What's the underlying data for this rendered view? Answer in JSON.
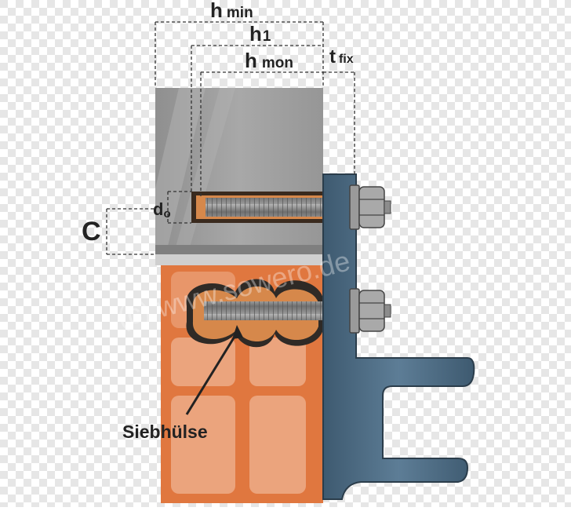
{
  "labels": {
    "h_min": "h",
    "h_min_sub": "min",
    "h1": "h",
    "h1_sub": "1",
    "h_mon": "h",
    "h_mon_sub": "mon",
    "t_fix": "t",
    "t_fix_sub": "fix",
    "d0": "d",
    "d0_sub": "o",
    "c": "C",
    "siebhuelse": "Siebhülse"
  },
  "watermark": "(c) www.sowero.de",
  "colors": {
    "concrete": "#9e9e9e",
    "brick": "#e0773f",
    "brick_cell": "#eba47d",
    "bracket": "#4b6a82",
    "bolt": "#8c8c8c",
    "mortar": "#d6884b"
  }
}
